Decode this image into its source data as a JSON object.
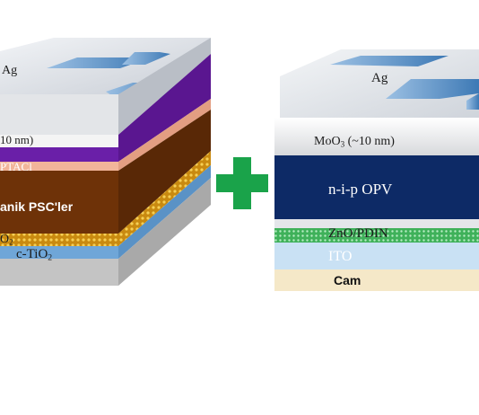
{
  "colors": {
    "ag": "#d8dde3",
    "electrode": "#4a86c0",
    "purple": "#6a1fa8",
    "pink": "#f2b59a",
    "perovskite": "#6e3208",
    "mesh": "#e0a317",
    "ctio2": "#6fa6d8",
    "glass_left": "#c4c4c4",
    "plus": "#1aa34a",
    "opv": "#0d2a66",
    "zno": "#57c26d",
    "ito": "#c9e1f4",
    "cam": "#f5e8c8"
  },
  "left_cell": {
    "ag_label": "Ag",
    "moo3_label": "10 nm)",
    "ptacl_label": "PTACl",
    "psc_label": "anik PSC'ler",
    "mtio2_label_main": "O",
    "mtio2_label_sub": "2",
    "ctio2_label_main": "c-TiO",
    "ctio2_label_sub": "2"
  },
  "plus_icon": "plus-icon",
  "right_cell": {
    "ag_label": "Ag",
    "moo3_label_pre": "MoO",
    "moo3_label_sub": "3",
    "moo3_label_post": " (~10 nm)",
    "opv_label": "n-i-p OPV",
    "zno_label": "ZnO/PDIN",
    "ito_label": "ITO",
    "cam_label": "Cam"
  }
}
